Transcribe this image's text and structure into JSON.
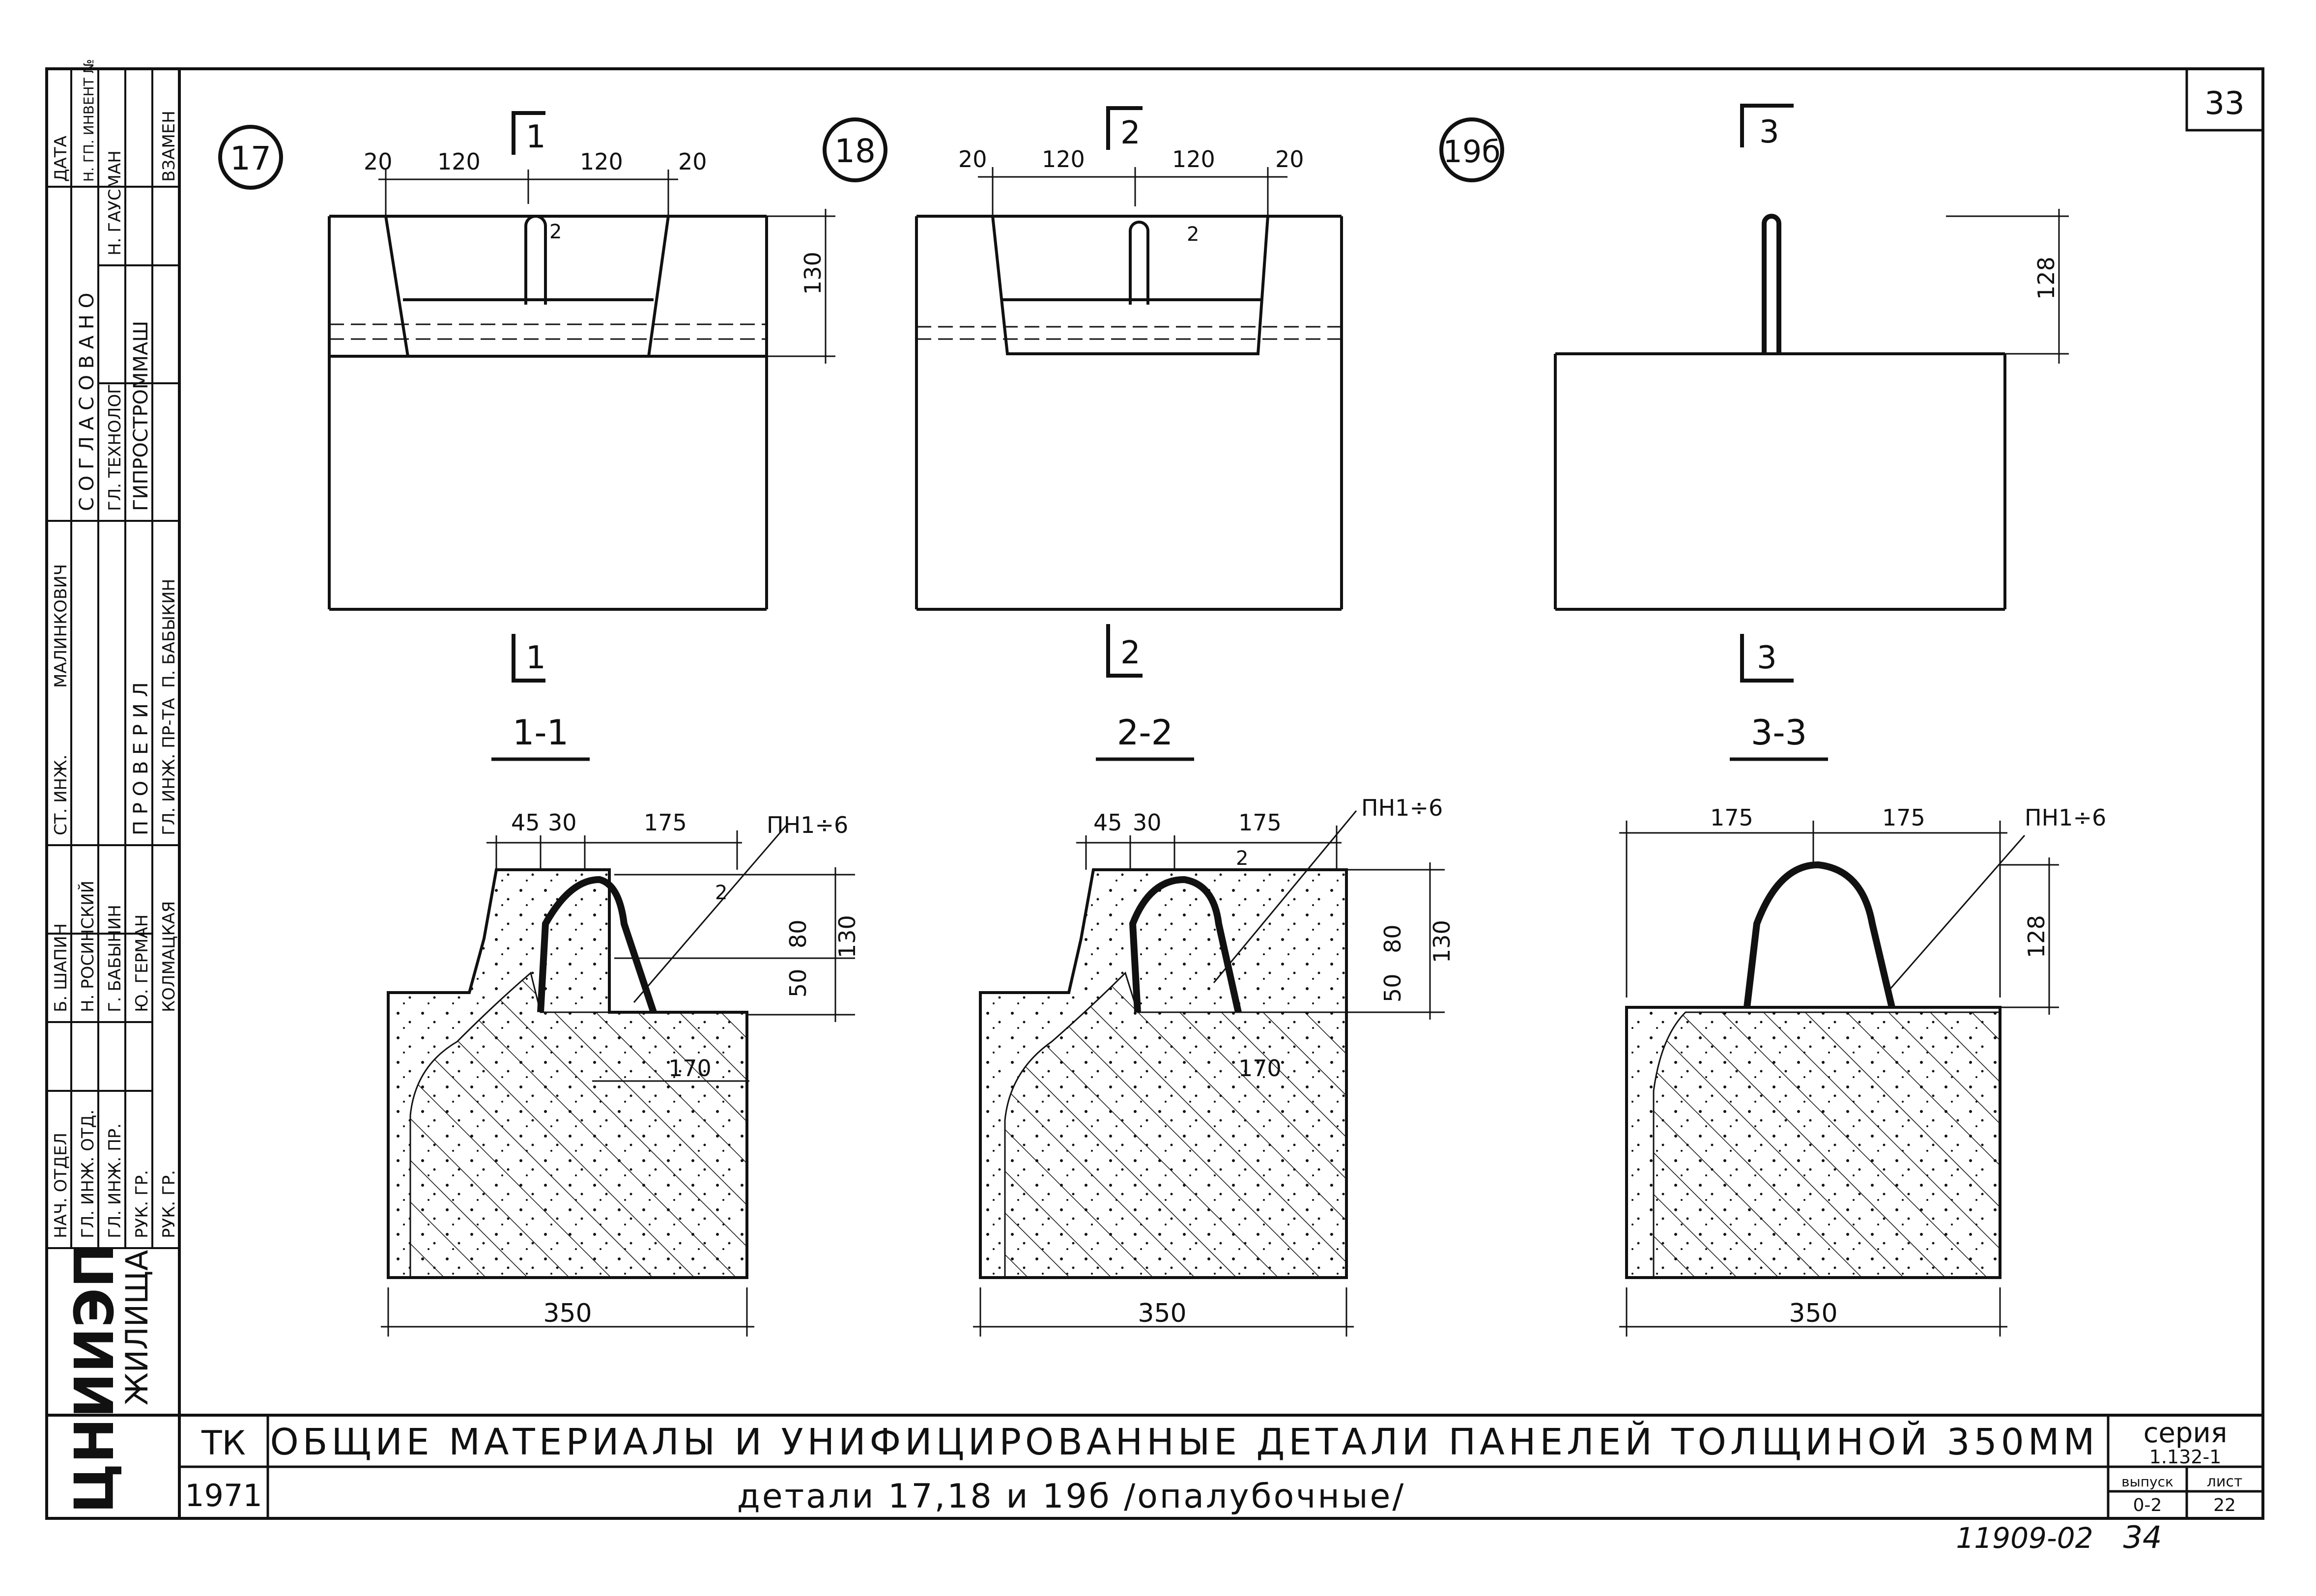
{
  "sheet": {
    "page_number": "33",
    "series_label": "серия",
    "series_value": "1.132-1",
    "issue_label": "выпуск",
    "issue_value": "0-2",
    "sheet_label": "лист",
    "sheet_value": "22",
    "org_code": "ТК",
    "year": "1971",
    "title_main": "ОБЩИЕ МАТЕРИАЛЫ И УНИФИЦИРОВАННЫЕ ДЕТАЛИ ПАНЕЛЕЙ ТОЛЩИНОЙ 350ММ",
    "title_sub": "детали 17,18 и 19б /опалубочные/",
    "archive_number": "11909-02",
    "archive_page": "34"
  },
  "side_stamp": {
    "logo": "ЦНИИЭП",
    "org_name": "ЖИЛИЩА",
    "agreed_header": "С О Г Л А С О В А Н О",
    "checked_header": "П Р О В Е Р И Л",
    "institute": "ГИПРОСТРОММАШ",
    "col_date": "ДАТА",
    "col_inv": "Н. ГП. ИНВЕНТ №",
    "col_replace": "ВЗАМЕН",
    "roles": [
      {
        "role": "НАЧ. ОТДЕЛ",
        "name": "Б. ШАПИН"
      },
      {
        "role": "ГЛ. ИНЖ. ОТД.",
        "name": "Н. РОСИНСКИЙ"
      },
      {
        "role": "ГЛ. ИНЖ. ПР.",
        "name": "Г. БАБЫНИН"
      },
      {
        "role": "РУК. ГР.",
        "name": "Ю. ГЕРМАН"
      },
      {
        "role": "РУК. ГР.",
        "name": "КОЛМАЦКАЯ"
      }
    ],
    "checked_roles": [
      {
        "role": "СТ. ИНЖ.",
        "name": "МАЛИНКОВИЧ"
      },
      {
        "role": "ГЛ. ТЕХНОЛОГ",
        "name": "Н. ГАУСМАН"
      },
      {
        "role": "ГЛ. ИНЖ. ПР-ТА",
        "name": "П. БАБЫКИН"
      }
    ]
  },
  "details": [
    {
      "marker": "17",
      "cut_top": "1",
      "cut_bottom": "1",
      "section_title": "1-1",
      "dims_top": [
        "20",
        "120",
        "120",
        "20"
      ],
      "dim_height": "130",
      "dim_gap": "2",
      "section_dims": [
        "45",
        "30",
        "175"
      ],
      "rebar_label": "ПН1÷6",
      "dim_50": "50",
      "dim_80": "80",
      "dim_130": "130",
      "dim_170": "170",
      "dim_350": "350"
    },
    {
      "marker": "18",
      "cut_top": "2",
      "cut_bottom": "2",
      "section_title": "2-2",
      "dims_top": [
        "20",
        "120",
        "120",
        "20"
      ],
      "dim_height": "130",
      "dim_gap": "2",
      "section_dims": [
        "45",
        "30",
        "175"
      ],
      "rebar_label": "ПН1÷6",
      "dim_50": "50",
      "dim_80": "80",
      "dim_130": "130",
      "dim_170": "170",
      "dim_350": "350"
    },
    {
      "marker": "19б",
      "cut_top": "3",
      "cut_bottom": "3",
      "section_title": "3-3",
      "dim_height": "128",
      "section_dims": [
        "175",
        "175"
      ],
      "rebar_label": "ПН1÷6",
      "dim_128": "128",
      "dim_350": "350"
    }
  ]
}
